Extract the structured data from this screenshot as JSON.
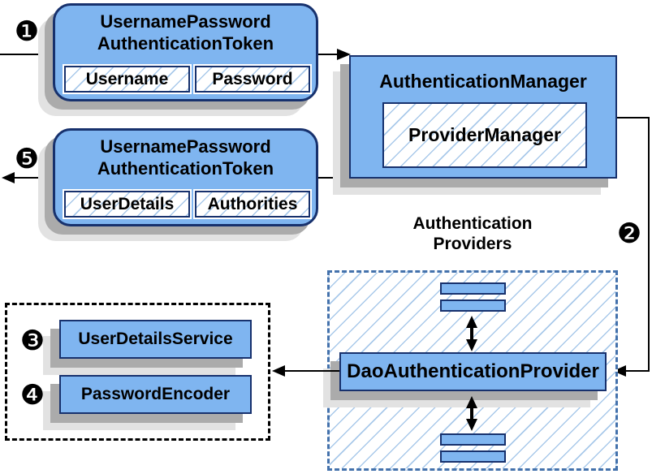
{
  "steps": {
    "s1": "❶",
    "s2": "❷",
    "s3": "❸",
    "s4": "❹",
    "s5": "❺"
  },
  "request_token": {
    "title1": "UsernamePassword",
    "title2": "AuthenticationToken",
    "fields": [
      "Username",
      "Password"
    ]
  },
  "auth_manager": {
    "title": "AuthenticationManager",
    "provider": "ProviderManager"
  },
  "response_token": {
    "title1": "UsernamePassword",
    "title2": "AuthenticationToken",
    "fields": [
      "UserDetails",
      "Authorities"
    ]
  },
  "providers": {
    "label1": "Authentication",
    "label2": "Providers",
    "dao": "DaoAuthenticationProvider"
  },
  "services": {
    "user_details": "UserDetailsService",
    "password_encoder": "PasswordEncoder"
  },
  "colors": {
    "box_fill": "#7fb5f0",
    "box_border": "#17316d",
    "hatch_line": "#a9c9ea",
    "dashed_border": "#4472ac",
    "shadow_dark": "#ababab",
    "shadow_light": "#e2e2e2",
    "line": "#000000"
  }
}
